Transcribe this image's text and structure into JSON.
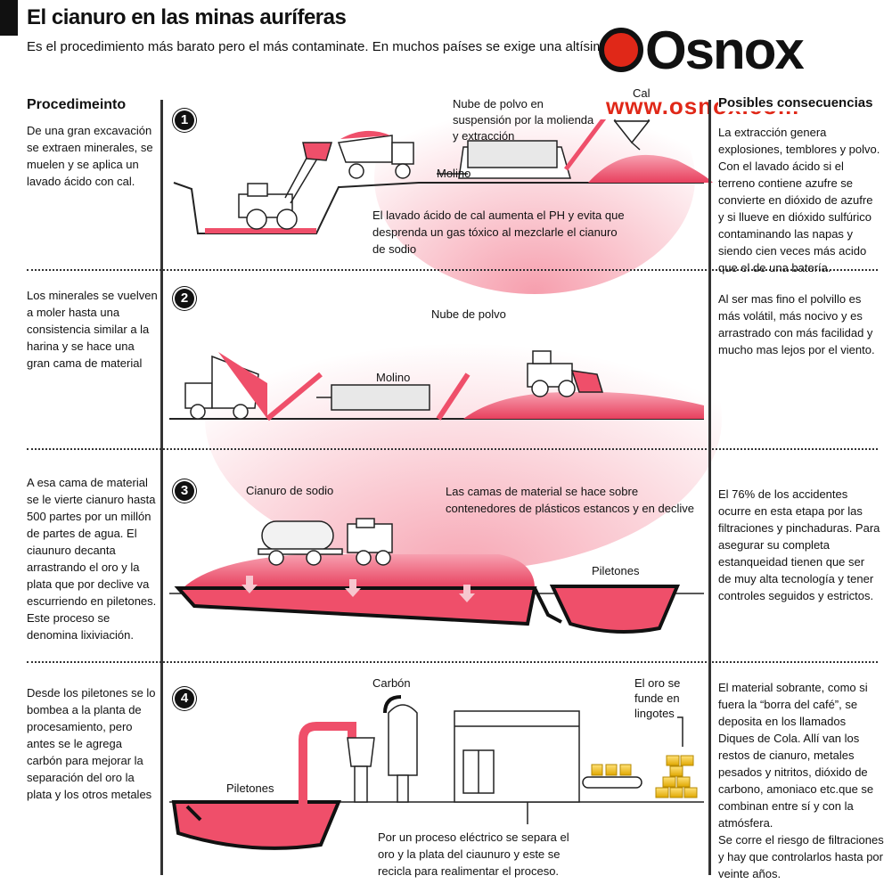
{
  "title": "El cianuro en las minas auríferas",
  "subtitle": "Es el procedimiento más barato pero el más contaminate. En muchos países se exige una altísima te",
  "subtitle_tail": "tecnología y en otros directamente está prohibido.",
  "logo": {
    "name": "Osnox",
    "url": "www.osnox.com"
  },
  "left_header": "Procedimeinto",
  "right_header": "Posibles consecuencias",
  "steps": [
    {
      "number": "1",
      "left": "De una gran excavación se extraen minerales, se muelen y se aplica un lavado ácido con cal.",
      "labels": {
        "cloud": "Nube de polvo en suspensión por la molienda y extracción",
        "mill": "Molino",
        "cal": "Cal",
        "note": "El lavado ácido de cal aumenta el PH y evita que desprenda un gas tóxico al mezclarle el cianuro de sodio"
      },
      "right": "La extracción genera explosiones, temblores y polvo. Con el lavado ácido si el terreno contiene azufre se convierte en dióxido de azufre y si llueve en dióxido sulfúrico contaminando las napas y siendo cien veces más acido que el de una batería."
    },
    {
      "number": "2",
      "left": "Los minerales se vuelven a moler hasta una consistencia similar a la harina y se hace una gran cama de material",
      "labels": {
        "cloud": "Nube de polvo",
        "mill": "Molino"
      },
      "right": "Al ser mas fino el polvillo es más volátil, más nocivo y es arrastrado con más facilidad y mucho mas lejos por  el viento."
    },
    {
      "number": "3",
      "left": "A esa cama de material se le vierte cianuro hasta 500 partes por un millón de partes de agua. El ciaunuro decanta arrastrando el oro y la plata que  por declive va escurriendo en piletones. Este proceso se denomina lixiviación.",
      "labels": {
        "cyanide": "Cianuro de sodio",
        "beds": "Las camas de material se hace sobre contenedores de plásticos estancos y en declive",
        "pools": "Piletones"
      },
      "right": "El 76% de los accidentes ocurre en esta etapa por  las filtraciones y pinchaduras. Para asegurar su completa estanqueidad tienen que ser de muy alta tecnología y tener controles seguidos y estrictos."
    },
    {
      "number": "4",
      "left": "Desde los piletones se lo bombea a la planta de procesamiento, pero antes se le agrega carbón para mejorar la separación del oro la plata y los otros metales",
      "labels": {
        "carbon": "Carbón",
        "ingots": "El oro se funde en lingotes",
        "pools": "Piletones",
        "process": "Por un proceso eléctrico se separa el oro y la plata del ciaunuro y este se recicla para realimentar el proceso."
      },
      "right": "El material sobrante, como si fuera la “borra del café”, se deposita en los llamados Diques de Cola. Allí van los restos de cianuro, metales pesados y nitritos, dióxido de carbono, amoniaco etc.que se combinan entre sí y con la atmósfera.\nSe corre el riesgo de filtraciones y hay que controlarlos hasta por veinte años."
    }
  ],
  "colors": {
    "pink": "#ef4f6a",
    "pink_light": "#f7b3bf",
    "gold": "#f5c400",
    "logo_red": "#e02818"
  }
}
